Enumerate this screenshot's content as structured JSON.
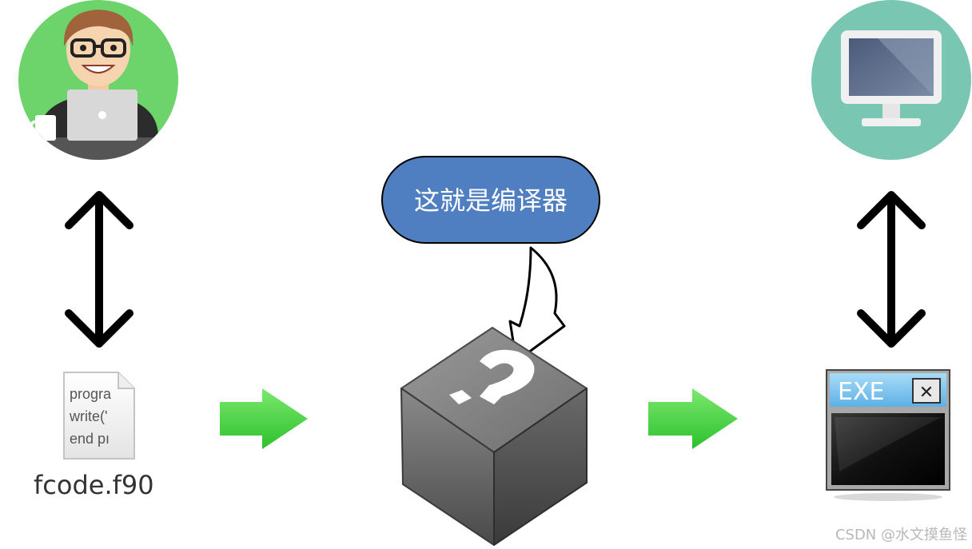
{
  "bubble": {
    "text": "这就是编译器",
    "color": "#4f7fc0"
  },
  "source_file": {
    "lines": [
      "progra",
      "write('",
      "end pı"
    ],
    "name": "fcode.f90"
  },
  "exe_window": {
    "title": "EXE",
    "close_glyph": "✕",
    "title_color": "#7ec3ee"
  },
  "icons": {
    "programmer": "programmer-avatar-icon",
    "computer": "computer-monitor-icon",
    "compiler": "mystery-box-icon",
    "source": "source-file-icon",
    "executable": "exe-window-icon"
  },
  "colors": {
    "programmer_circle": "#6dd36b",
    "computer_circle": "#79c6b2",
    "flow_arrow": "#3fcf3f",
    "double_arrow": "#000000"
  },
  "watermark": "CSDN @水文摸鱼怪"
}
